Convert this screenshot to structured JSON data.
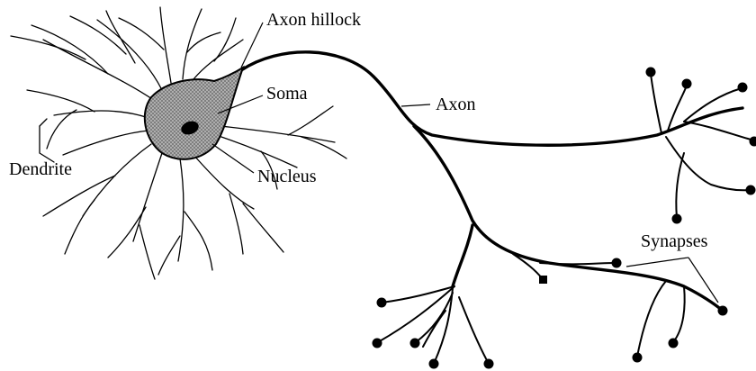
{
  "diagram": {
    "labels": {
      "axon_hillock": "Axon hillock",
      "soma": "Soma",
      "axon": "Axon",
      "dendrite": "Dendrite",
      "nucleus": "Nucleus",
      "synapses": "Synapses"
    },
    "colors": {
      "ink": "#000000",
      "soma_fill": "#a8a8a8",
      "background": "#ffffff"
    }
  }
}
